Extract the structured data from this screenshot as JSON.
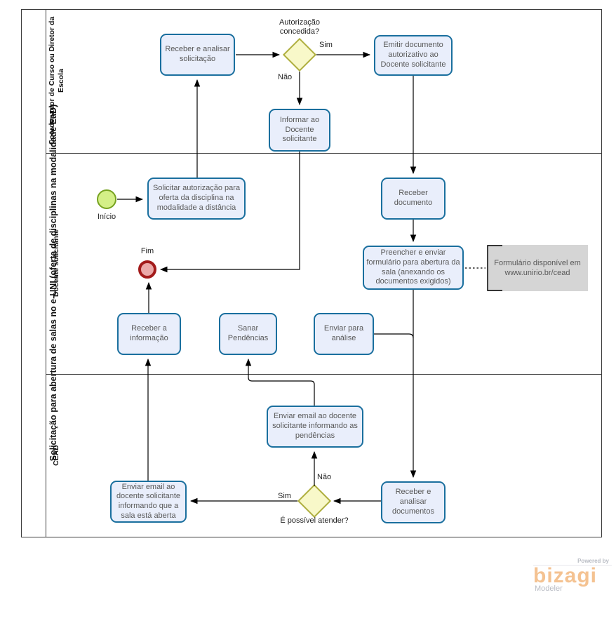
{
  "pool": {
    "title": "Solicitação para abertura de salas no e-UNI (oferta de disciplinas na modalidade EaD)"
  },
  "lanes": [
    {
      "name": "Coordenador de Curso ou Diretor da Escola"
    },
    {
      "name": "Docente  solicitante"
    },
    {
      "name": "CEAD"
    }
  ],
  "tasks": {
    "receber_analisar_solicitacao": "Receber  e analisar solicitação",
    "emitir_documento": "Emitir documento autorizativo ao Docente solicitante",
    "informar_docente": "Informar ao Docente solicitante",
    "solicitar_autorizacao": "Solicitar autorização para oferta da disciplina na modalidade a distância",
    "receber_documento": "Receber documento",
    "preencher_enviar_formulario": "Preencher e enviar formulário para abertura da sala (anexando os documentos exigidos)",
    "receber_informacao": "Receber a informação",
    "sanar_pendencias": "Sanar Pendências",
    "enviar_para_analise": "Enviar para análise",
    "enviar_email_pendencias": "Enviar email ao docente solicitante informando as pendências",
    "enviar_email_sala_aberta": "Enviar email ao docente solicitante informando que a sala está aberta",
    "receber_analisar_documentos": "Receber e analisar documentos"
  },
  "gateways": {
    "autorizacao_concedida": "Autorização concedida?",
    "possivel_atender": "É possível atender?"
  },
  "events": {
    "inicio": "Início",
    "fim": "Fim"
  },
  "flow_labels": {
    "autorizacao_sim": "Sim",
    "autorizacao_nao": "Não",
    "atender_sim": "Sim",
    "atender_nao": "Não"
  },
  "annotation": {
    "text": "Formulário disponível em www.unirio.br/cead"
  },
  "branding": {
    "powered_by": "Powered by",
    "logo_text": "bizagi",
    "product": "Modeler"
  },
  "colors": {
    "task-fill": "#e9eefb",
    "task-border": "#1a6f9e",
    "gateway-fill": "#f8f8c9",
    "gateway-border": "#aeae3f",
    "start-fill": "#d4ef87",
    "start-border": "#77a321",
    "end-fill": "#eba9a9",
    "end-border": "#a31b1b",
    "annotation-fill": "#d5d5d5",
    "logo-color": "#f4c291",
    "line-color": "#000000"
  }
}
